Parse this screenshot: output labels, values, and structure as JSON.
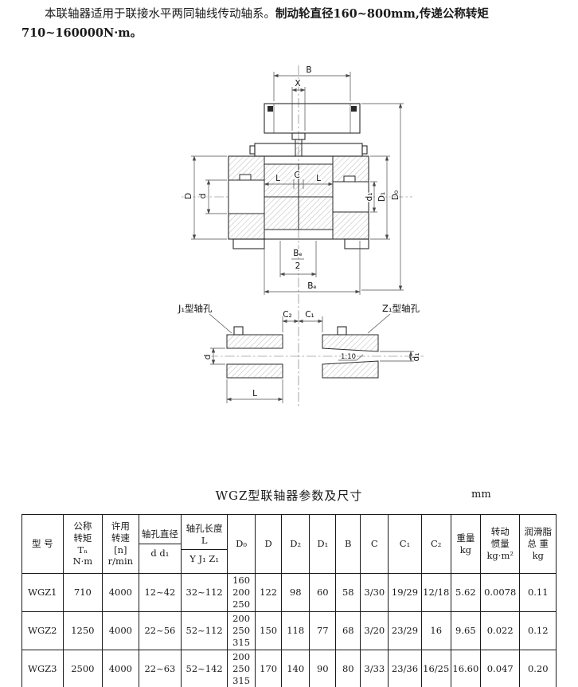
{
  "intro": {
    "normal": "本联轴器适用于联接水平两同轴线传动轴系。",
    "bold": "制动轮直径160~800mm,传递公称转矩710~160000N·m。"
  },
  "drawing": {
    "dim_B": "B",
    "dim_X": "X",
    "dim_D": "D",
    "dim_d": "d",
    "dim_L_left": "L",
    "dim_C": "C",
    "dim_L_right": "L",
    "dim_d1": "d₁",
    "dim_D1": "D₁",
    "dim_D0": "D₀",
    "frac_Be_num": "Bₑ",
    "frac_Be_den": "2",
    "dim_Be": "Bₑ",
    "label_J1_hole": "J₁型轴孔",
    "label_Z1_hole": "Z₁型轴孔",
    "dim_C2": "C₂",
    "dim_C1": "C₁",
    "dim_d_detail": "d",
    "dim_L_detail": "L",
    "dim_d1_detail": "d₁",
    "taper": "1:10"
  },
  "table": {
    "title": "WGZ型联轴器参数及尺寸",
    "unit": "mm",
    "headers": {
      "model": "型 号",
      "torque": "公称\n转矩\nTₙ\nN·m",
      "speed": "许用\n转速\n[n]\nr/min",
      "bore_dia_top": "轴孔直径",
      "bore_dia_sub": "d d₁",
      "bore_len_top": "轴孔长度\nL",
      "bore_len_sub": "Y J₁ Z₁",
      "D0": "D₀",
      "D": "D",
      "D2": "D₂",
      "D1": "D₁",
      "B": "B",
      "C": "C",
      "C1": "C₁",
      "C2": "C₂",
      "weight": "重量\nkg",
      "inertia": "转动\n惯量\nkg·m²",
      "grease": "润滑脂\n总 重\nkg"
    },
    "rows": [
      {
        "model": "WGZ1",
        "torque": "710",
        "speed": "4000",
        "bore_dia": "12~42",
        "bore_len": "32~112",
        "D0": "160\n200\n250",
        "D": "122",
        "D2": "98",
        "D1": "60",
        "B": "58",
        "C": "3/30",
        "C1": "19/29",
        "C2": "12/18",
        "weight": "5.62",
        "inertia": "0.0078",
        "grease": "0.11"
      },
      {
        "model": "WGZ2",
        "torque": "1250",
        "speed": "4000",
        "bore_dia": "22~56",
        "bore_len": "52~112",
        "D0": "200\n250\n315",
        "D": "150",
        "D2": "118",
        "D1": "77",
        "B": "68",
        "C": "3/20",
        "C1": "23/29",
        "C2": "16",
        "weight": "9.65",
        "inertia": "0.022",
        "grease": "0.12"
      },
      {
        "model": "WGZ3",
        "torque": "2500",
        "speed": "4000",
        "bore_dia": "22~63",
        "bore_len": "52~142",
        "D0": "200\n250\n315",
        "D": "170",
        "D2": "140",
        "D1": "90",
        "B": "80",
        "C": "3/33",
        "C1": "23/36",
        "C2": "16/25",
        "weight": "16.60",
        "inertia": "0.047",
        "grease": "0.20"
      }
    ]
  }
}
